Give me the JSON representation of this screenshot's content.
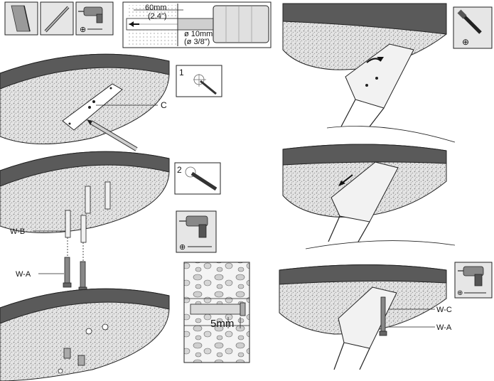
{
  "drill_spec": {
    "depth_mm": "60mm",
    "depth_in": "(2.4\")",
    "diameter_mm": "ø 10mm",
    "diameter_in": "(ø 3/8\")"
  },
  "labels": {
    "template": "C",
    "wb": "W-B",
    "wa_left": "W-A",
    "wc": "W-C",
    "wa_right": "W-A",
    "gap": "5mm"
  },
  "steps": {
    "mark": "1",
    "drill": "2"
  },
  "icons": {
    "plus_symbol": "⊕"
  },
  "colors": {
    "line": "#1a1a1a",
    "ceiling_band": "#5a5a5a",
    "ceiling_texture": "#d8d8d8",
    "panel_gray": "#bdbdbd"
  }
}
